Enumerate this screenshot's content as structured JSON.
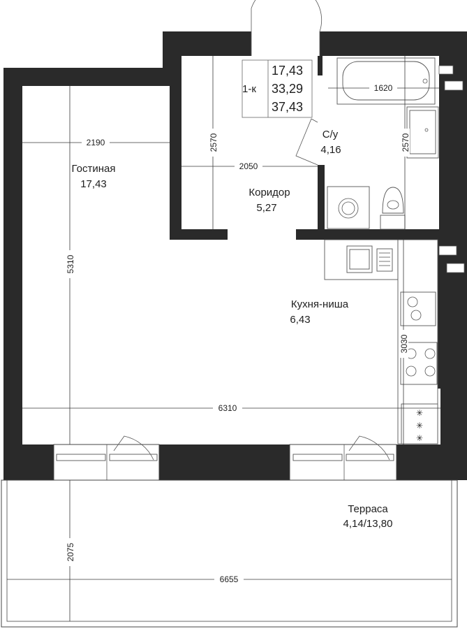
{
  "summary": {
    "type_label": "1-к",
    "living_area": "17,43",
    "total_area": "33,29",
    "total_with_terrace": "37,43"
  },
  "rooms": {
    "living": {
      "name": "Гостиная",
      "area": "17,43"
    },
    "corridor": {
      "name": "Коридор",
      "area": "5,27"
    },
    "bathroom": {
      "name": "С/у",
      "area": "4,16"
    },
    "kitchen": {
      "name": "Кухня-ниша",
      "area": "6,43"
    },
    "terrace": {
      "name": "Терраса",
      "area": "4,14/13,80"
    }
  },
  "dimensions": {
    "living_width": "2190",
    "living_height": "5310",
    "corridor_width": "2050",
    "corridor_height": "2570",
    "bath_width": "1620",
    "bath_height": "2570",
    "kitchen_height": "3030",
    "apartment_width": "6310",
    "terrace_width": "6655",
    "terrace_depth": "2075"
  },
  "colors": {
    "wall": "#2a2a2a",
    "line": "#3a3a3a"
  }
}
